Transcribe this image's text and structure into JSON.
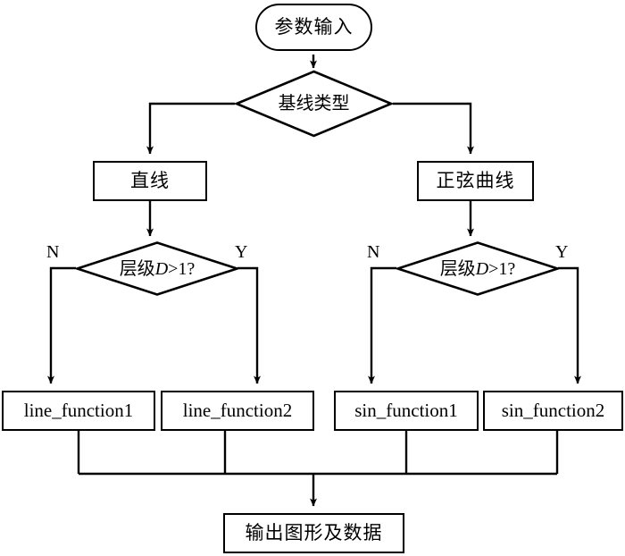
{
  "diagram": {
    "type": "flowchart",
    "title": "",
    "orientation": "top-to-bottom",
    "background_color": "#ffffff",
    "line_color": "#000000",
    "text_color": "#000000"
  },
  "nodes": {
    "start": {
      "id": "start",
      "shape": "terminal",
      "label": "参数输入"
    },
    "baseline_type": {
      "id": "baseline_type",
      "shape": "decision",
      "label": "基线类型"
    },
    "straight_line": {
      "id": "straight_line",
      "shape": "process",
      "label": "直线"
    },
    "sine_curve": {
      "id": "sine_curve",
      "shape": "process",
      "label": "正弦曲线"
    },
    "level_check_left": {
      "id": "level_check_left",
      "shape": "decision",
      "label_prefix": "层级",
      "label_var": "D",
      "label_suffix": ">1?",
      "label": "层级D>1?"
    },
    "level_check_right": {
      "id": "level_check_right",
      "shape": "decision",
      "label_prefix": "层级",
      "label_var": "D",
      "label_suffix": ">1?",
      "label": "层级D>1?"
    },
    "line_function1": {
      "id": "line_function1",
      "shape": "process",
      "label": "line_function1"
    },
    "line_function2": {
      "id": "line_function2",
      "shape": "process",
      "label": "line_function2"
    },
    "sin_function1": {
      "id": "sin_function1",
      "shape": "process",
      "label": "sin_function1"
    },
    "sin_function2": {
      "id": "sin_function2",
      "shape": "process",
      "label": "sin_function2"
    },
    "output": {
      "id": "output",
      "shape": "process",
      "label": "输出图形及数据"
    }
  },
  "edge_labels": {
    "left_no": "N",
    "left_yes": "Y",
    "right_no": "N",
    "right_yes": "Y"
  },
  "edges": [
    {
      "from": "start",
      "to": "baseline_type",
      "label": ""
    },
    {
      "from": "baseline_type",
      "to": "straight_line",
      "label": ""
    },
    {
      "from": "baseline_type",
      "to": "sine_curve",
      "label": ""
    },
    {
      "from": "straight_line",
      "to": "level_check_left",
      "label": ""
    },
    {
      "from": "sine_curve",
      "to": "level_check_right",
      "label": ""
    },
    {
      "from": "level_check_left",
      "to": "line_function1",
      "label": "N"
    },
    {
      "from": "level_check_left",
      "to": "line_function2",
      "label": "Y"
    },
    {
      "from": "level_check_right",
      "to": "sin_function1",
      "label": "N"
    },
    {
      "from": "level_check_right",
      "to": "sin_function2",
      "label": "Y"
    },
    {
      "from": "line_function1",
      "to": "output",
      "label": ""
    },
    {
      "from": "line_function2",
      "to": "output",
      "label": ""
    },
    {
      "from": "sin_function1",
      "to": "output",
      "label": ""
    },
    {
      "from": "sin_function2",
      "to": "output",
      "label": ""
    }
  ]
}
